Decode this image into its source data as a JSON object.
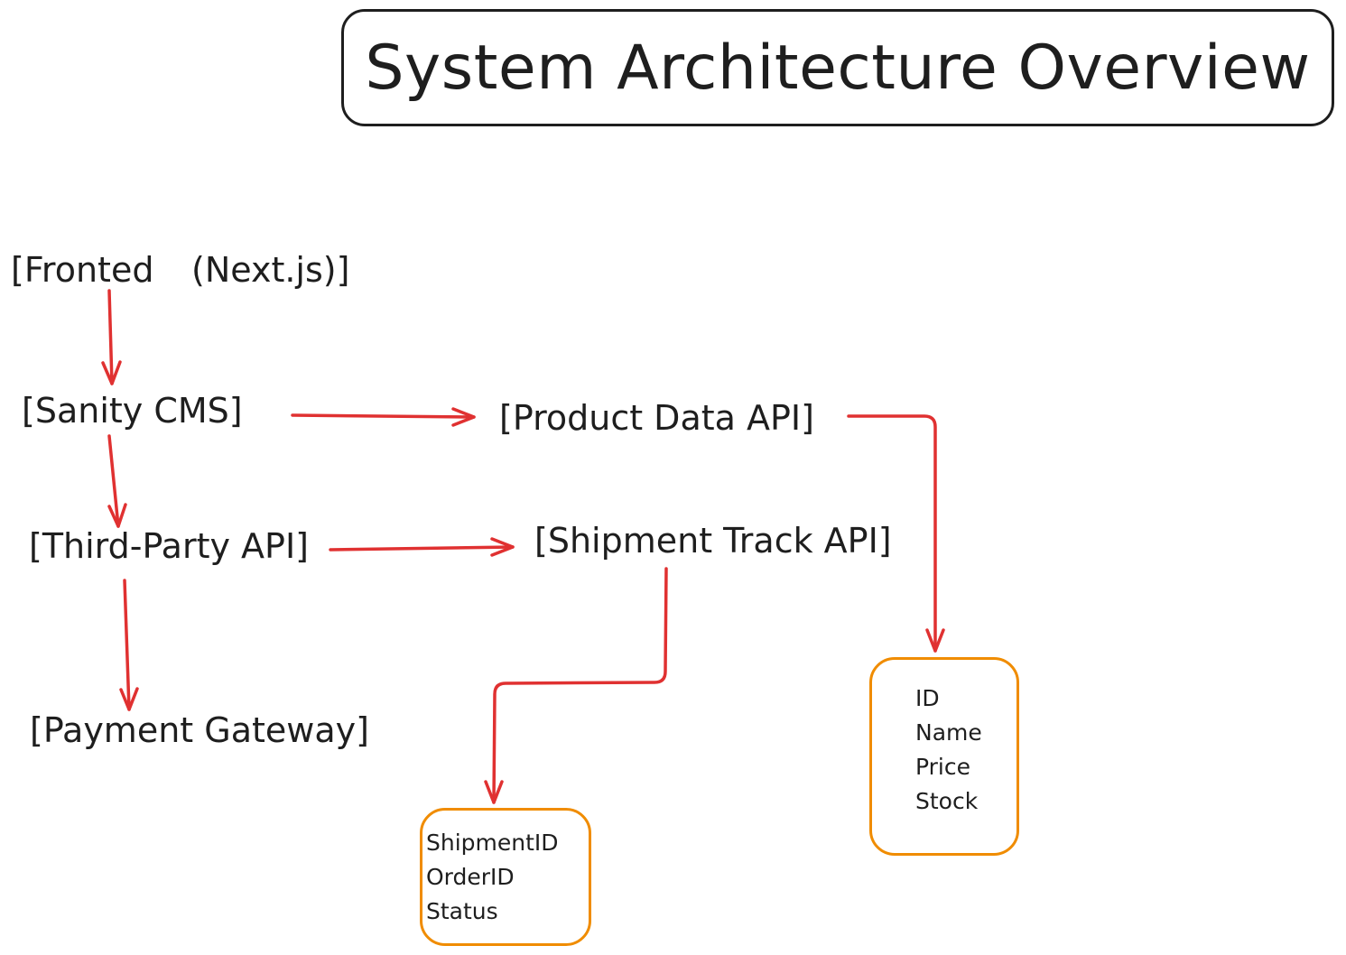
{
  "diagram": {
    "title": "System Architecture Overview",
    "nodes": {
      "frontend": {
        "part1": "[Fronted",
        "part2": "(Next.js)]"
      },
      "cms": "[Sanity CMS]",
      "product_api": "[Product Data API]",
      "third_party": "[Third-Party API]",
      "shipment_api": "[Shipment Track API]",
      "payment": "[Payment Gateway]"
    },
    "schemas": {
      "product": [
        "ID",
        "Name",
        "Price",
        "Stock"
      ],
      "shipment": [
        "ShipmentID",
        "OrderID",
        "Status"
      ]
    },
    "colors": {
      "arrow": "#e03131",
      "schema_border": "#f08c00",
      "stroke": "#1e1e1e"
    }
  }
}
